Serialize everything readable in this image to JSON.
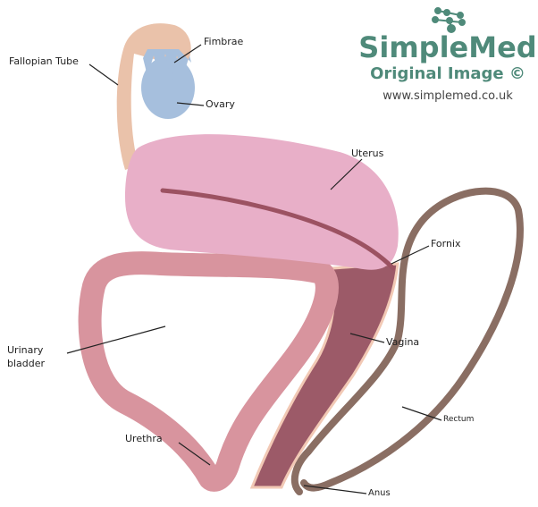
{
  "labels": {
    "fallopian_tube": "Fallopian Tube",
    "fimbrae": "Fimbrae",
    "ovary": "Ovary",
    "uterus": "Uterus",
    "fornix": "Fornix",
    "urinary_bladder_1": "Urinary",
    "urinary_bladder_2": "bladder",
    "vagina": "Vagina",
    "urethra": "Urethra",
    "rectum": "Rectum",
    "anus": "Anus"
  },
  "branding": {
    "name": "SimpleMed",
    "subtitle": "Original Image ©",
    "url": "www.simplemed.co.uk",
    "color": "#4f8a7a"
  },
  "colors": {
    "fallopian_tube": "#eac2aa",
    "ovary": "#a6bfdd",
    "uterus": "#e8afc8",
    "bladder": "#d8949e",
    "vagina": "#9c5a68",
    "rectum": "#8a6e63"
  }
}
